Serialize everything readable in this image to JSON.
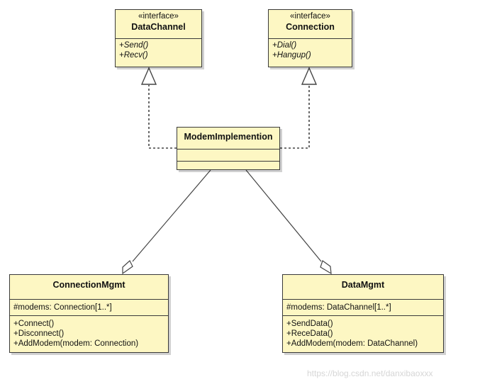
{
  "classes": {
    "datachannel": {
      "stereotype": "«interface»",
      "name": "DataChannel",
      "ops": [
        "+Send()",
        "+Recv()"
      ]
    },
    "connection": {
      "stereotype": "«interface»",
      "name": "Connection",
      "ops": [
        "+Dial()",
        "+Hangup()"
      ]
    },
    "modem": {
      "name": "ModemImplemention"
    },
    "connmgmt": {
      "name": "ConnectionMgmt",
      "attrs": [
        "#modems: Connection[1..*]"
      ],
      "ops": [
        "+Connect()",
        "+Disconnect()",
        "+AddModem(modem: Connection)"
      ]
    },
    "datamgmt": {
      "name": "DataMgmt",
      "attrs": [
        "#modems: DataChannel[1..*]"
      ],
      "ops": [
        "+SendData()",
        "+ReceData()",
        "+AddModem(modem: DataChannel)"
      ]
    }
  },
  "relations": [
    {
      "type": "realization",
      "from": "ModemImplemention",
      "to": "DataChannel"
    },
    {
      "type": "realization",
      "from": "ModemImplemention",
      "to": "Connection"
    },
    {
      "type": "aggregation",
      "whole": "ConnectionMgmt",
      "part": "ModemImplemention"
    },
    {
      "type": "aggregation",
      "whole": "DataMgmt",
      "part": "ModemImplemention"
    }
  ],
  "colors": {
    "class_fill": "#fdf7c3",
    "border": "#3a3a3a",
    "line": "#444444"
  },
  "watermark": "https://blog.csdn.net/danxibaoxxx"
}
